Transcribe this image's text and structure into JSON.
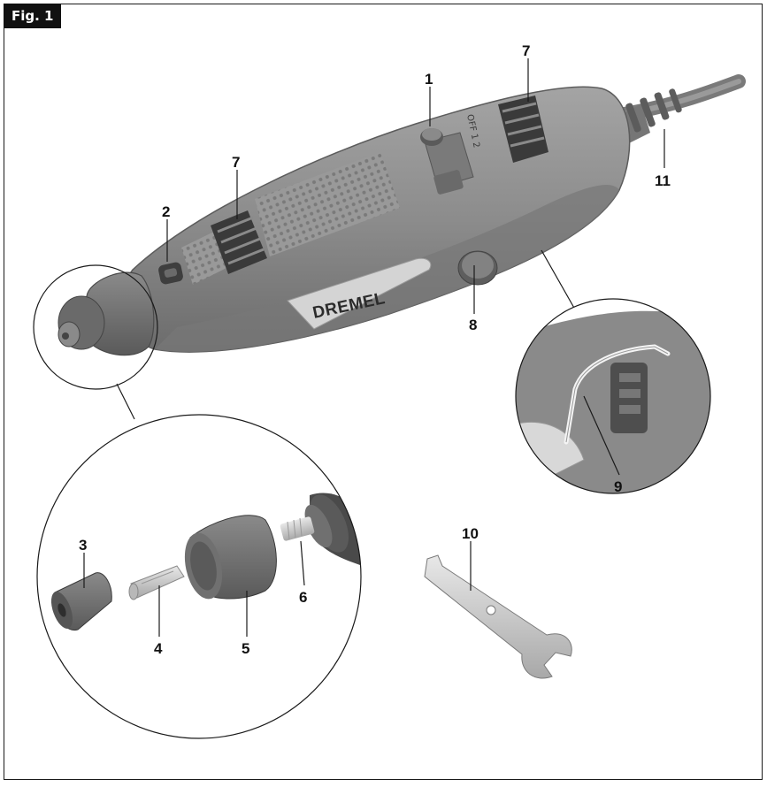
{
  "figure": {
    "label": "Fig. 1",
    "brand_text": "DREMEL",
    "speed_markings": "OFF 1 2",
    "callouts": {
      "c1": "1",
      "c2": "2",
      "c3": "3",
      "c4": "4",
      "c5": "5",
      "c6": "6",
      "c7a": "7",
      "c7b": "7",
      "c8": "8",
      "c9": "9",
      "c10": "10",
      "c11": "11"
    }
  },
  "colors": {
    "tool_body": "#8e8e8e",
    "tool_dark": "#6e6e6e",
    "tool_light": "#b0b0b0",
    "label_plate": "#d9d9d9",
    "metal": "#c8c8c8",
    "line": "#1a1a1a"
  }
}
